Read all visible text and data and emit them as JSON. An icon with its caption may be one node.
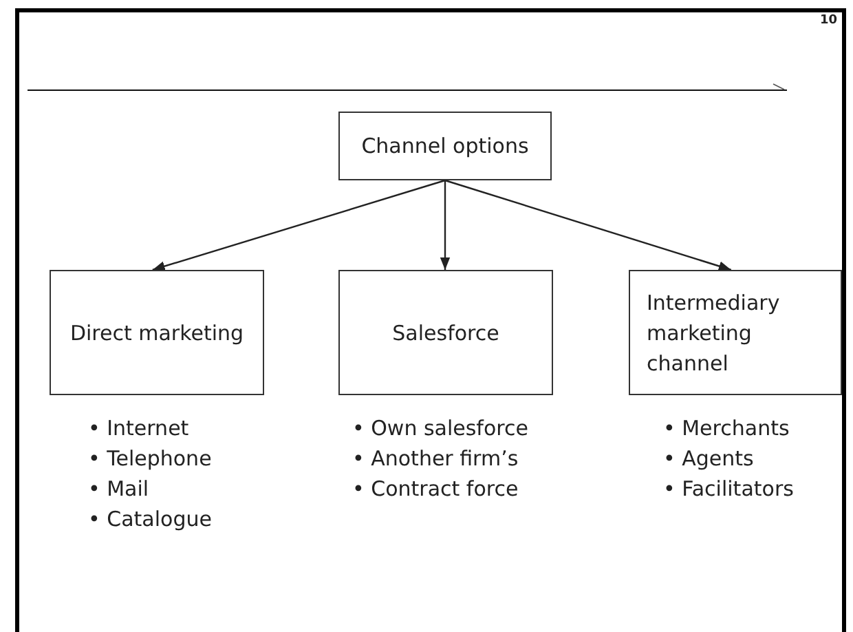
{
  "diagram": {
    "nodes": [
      {
        "text": [
          "Channel options"
        ]
      },
      {
        "text": [
          "Direct marketing"
        ],
        "beside": [
          "• Internet",
          "• Telephone",
          "• Mail",
          "• Catalogue"
        ]
      },
      {
        "text": [
          "Salesforce"
        ],
        "beside": [
          "• Own salesforce",
          "• Another firm’s",
          "• Contract force"
        ]
      },
      {
        "text": [
          "Intermediary marketing channel"
        ],
        "beside": [
          "• Merchants",
          "• Agents",
          "• Facilitators"
        ]
      }
    ],
    "edges": [
      {
        "from": 0,
        "to": 1,
        "arrow": "to"
      },
      {
        "from": 0,
        "to": 2,
        "arrow": "to"
      },
      {
        "from": 0,
        "to": 3,
        "arrow": "to"
      }
    ],
    "labels": [
      "10"
    ]
  }
}
